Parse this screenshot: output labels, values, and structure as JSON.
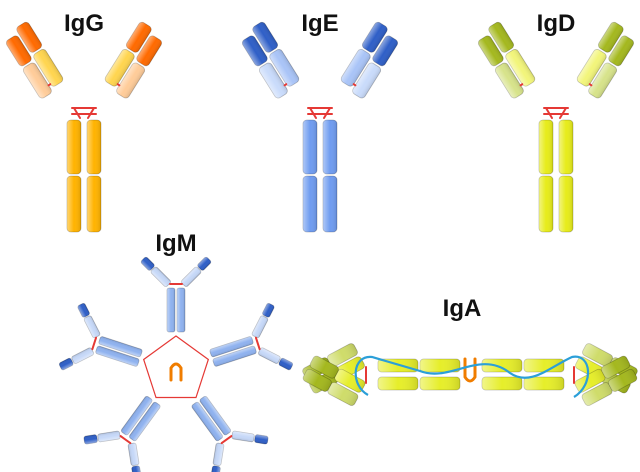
{
  "antibodies": [
    {
      "id": "igg",
      "label": "IgG",
      "colors": {
        "heavy": "#ffb300",
        "heavy_light": "#ffd54f",
        "light": "#ffcc99",
        "variable": "#ff6a00",
        "bond": "#e53935"
      }
    },
    {
      "id": "ige",
      "label": "IgE",
      "colors": {
        "heavy": "#6f9cf0",
        "heavy_light": "#a9c4f7",
        "light": "#c9dbfb",
        "variable": "#2f5fc7",
        "bond": "#e53935"
      }
    },
    {
      "id": "igd",
      "label": "IgD",
      "colors": {
        "heavy": "#e7ec1a",
        "heavy_light": "#f2f57a",
        "light": "#d7e38a",
        "variable": "#a4b81e",
        "bond": "#e53935"
      }
    },
    {
      "id": "igm",
      "label": "IgM",
      "colors": {
        "heavy": "#8fb2ef",
        "light": "#c6d8f8",
        "variable": "#2f5fc7",
        "bond": "#e53935",
        "j_chain": "#f07d00"
      }
    },
    {
      "id": "iga",
      "label": "IgA",
      "colors": {
        "heavy": "#e6ee2a",
        "light": "#cfdc6a",
        "variable": "#a4b81e",
        "bond": "#e53935",
        "j_chain": "#f07d00",
        "secretory": "#2b9fd8"
      }
    }
  ]
}
